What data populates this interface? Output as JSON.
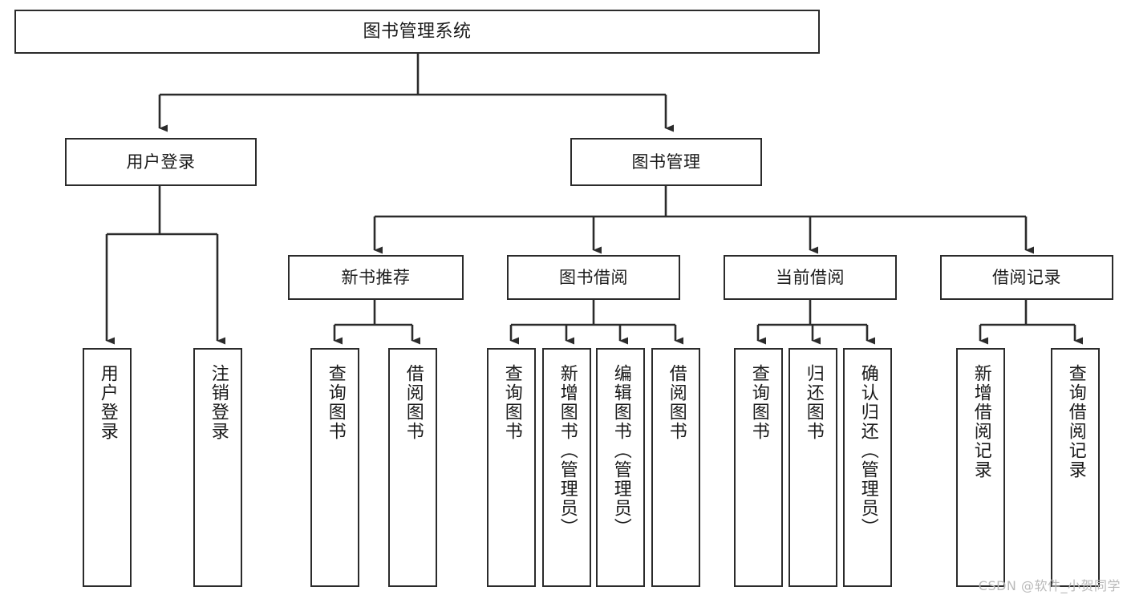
{
  "diagram": {
    "title": "图书管理系统",
    "watermark": "CSDN @软件_小贺同学",
    "stroke_color": "#2b2b2b",
    "fill_color": "#ffffff",
    "text_color": "#1a1a1a",
    "watermark_color": "#b9b9b9"
  },
  "nodes": {
    "root": {
      "label": "图书管理系统"
    },
    "level2": [
      {
        "label": "用户登录"
      },
      {
        "label": "图书管理"
      }
    ],
    "level3": [
      {
        "label": "新书推荐"
      },
      {
        "label": "图书借阅"
      },
      {
        "label": "当前借阅"
      },
      {
        "label": "借阅记录"
      }
    ],
    "leaves": {
      "user_login": [
        {
          "label": "用户登录"
        },
        {
          "label": "注销登录"
        }
      ],
      "new_book": [
        {
          "label": "查询图书"
        },
        {
          "label": "借阅图书"
        }
      ],
      "book_borrow": [
        {
          "label": "查询图书"
        },
        {
          "label": "新增图书（管理员）"
        },
        {
          "label": "编辑图书（管理员）"
        },
        {
          "label": "借阅图书"
        }
      ],
      "current_borrow": [
        {
          "label": "查询图书"
        },
        {
          "label": "归还图书"
        },
        {
          "label": "确认归还（管理员）"
        }
      ],
      "borrow_record": [
        {
          "label": "新增借阅记录"
        },
        {
          "label": "查询借阅记录"
        }
      ]
    }
  }
}
